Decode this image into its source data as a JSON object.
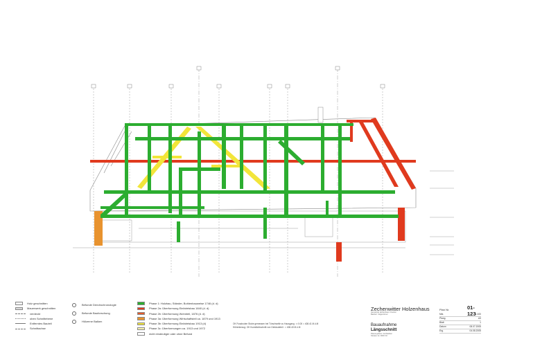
{
  "title_block": {
    "project": "Zechenwitter Holzenhaus",
    "subtitle_lines": [
      "Gemeinde Holzenhaus / Kanton",
      "Bauherr / Eigentümer"
    ],
    "doc_type": "Bauaufnahme",
    "doc_title": "Längsschnitt",
    "plan_label": "Plan Nr.",
    "plan_number": "01- 123",
    "meta": [
      {
        "k": "Mst.",
        "v": "1:100"
      },
      {
        "k": "Plang.",
        "v": "A3"
      },
      {
        "k": "Blatt",
        "v": "1"
      },
      {
        "k": "Datum",
        "v": "08.07.2005"
      },
      {
        "k": "Erg.",
        "v": "04.08.2005"
      }
    ],
    "firm_lines": [
      "Planungsbüro / Architekten",
      "Strasse 12, 0000 Ort"
    ]
  },
  "legend_left": [
    {
      "kind": "swatch",
      "color": "#f4f4f4",
      "label": "Holz geschnitten"
    },
    {
      "kind": "swatch",
      "color": "#dcdcdc",
      "label": "Mauerwerk geschnitten"
    },
    {
      "kind": "line",
      "label": "verdeckt"
    },
    {
      "kind": "line",
      "label": "oben Schnittebene"
    },
    {
      "kind": "line",
      "label": "Entferntes Bauteil"
    },
    {
      "kind": "line",
      "label": "Schnittachse"
    }
  ],
  "legend_mid": [
    {
      "label": "Befunde Dendrochronologie"
    },
    {
      "label": "Befunde Bauforschung"
    },
    {
      "label": "Hölzerne Balken"
    }
  ],
  "phases": [
    {
      "color": "#2cad30",
      "label": "Phase 1: Holzbau, Ständer, Bohlenbauweise 1746 (d. d)"
    },
    {
      "color": "#e03a1e",
      "label": "Phase 2a: Überformung Einfahrtsbau 1840 (d. d)"
    },
    {
      "color": "#e35c2c",
      "label": "Phase 2b: Überformung Wohnteil, 1876 (d. d)"
    },
    {
      "color": "#e8932f",
      "label": "Phase 3a: Überformung Wirtschaftsteil ca. 1879 und 1913"
    },
    {
      "color": "#f2e53a",
      "label": "Phase 3b: Überformung Einfahrtsbau 1913 (d)"
    },
    {
      "color": "#f7f3b0",
      "label": "Phase 3c: Überformungen ca. 1913 und 1972"
    },
    {
      "color": "#ffffff",
      "label": "nicht eindeutiger oder ohne Befund"
    }
  ],
  "notes": [
    "OK Fussboden Stube gemessen bei Türschwelle zu Hausgang : ± 0.00 = 408.41 M.ü.M",
    "Höhenbezug: OK Kunstlichtschnitt von Gebäudeteil : = 408.40 M.ü.M"
  ],
  "axis_labels": [
    "A",
    "B",
    "C",
    "D",
    "E",
    "F",
    "G",
    "H"
  ],
  "colors": {
    "green": "#2cad30",
    "red": "#e03a1e",
    "yellow": "#f2e53a",
    "orange": "#e8932f",
    "outline": "#777777"
  }
}
